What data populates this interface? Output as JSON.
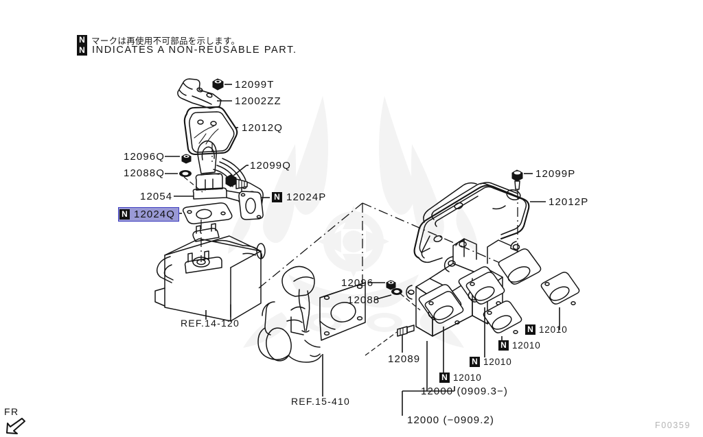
{
  "figure": {
    "id": "F00359",
    "orientation_marker": "FR"
  },
  "legend": {
    "badge": "N",
    "japanese": "マークは再使用不可部品を示します。",
    "english": "INDICATES A NON-REUSABLE PART."
  },
  "labels": [
    {
      "id": "l-12099T",
      "text": "12099T",
      "non_reusable": false,
      "highlighted": false
    },
    {
      "id": "l-12002ZZ",
      "text": "12002ZZ",
      "non_reusable": false,
      "highlighted": false
    },
    {
      "id": "l-12012Q",
      "text": "12012Q",
      "non_reusable": false,
      "highlighted": false
    },
    {
      "id": "l-12096Q",
      "text": "12096Q",
      "non_reusable": false,
      "highlighted": false
    },
    {
      "id": "l-12088Q",
      "text": "12088Q",
      "non_reusable": false,
      "highlighted": false
    },
    {
      "id": "l-12099Q",
      "text": "12099Q",
      "non_reusable": false,
      "highlighted": false
    },
    {
      "id": "l-12054",
      "text": "12054",
      "non_reusable": false,
      "highlighted": false
    },
    {
      "id": "l-12024P",
      "text": "12024P",
      "non_reusable": true,
      "highlighted": false
    },
    {
      "id": "l-12024Q",
      "text": "12024Q",
      "non_reusable": true,
      "highlighted": true
    },
    {
      "id": "l-12099P",
      "text": "12099P",
      "non_reusable": false,
      "highlighted": false
    },
    {
      "id": "l-12012P",
      "text": "12012P",
      "non_reusable": false,
      "highlighted": false
    },
    {
      "id": "l-12096",
      "text": "12096",
      "non_reusable": false,
      "highlighted": false
    },
    {
      "id": "l-12088",
      "text": "12088",
      "non_reusable": false,
      "highlighted": false
    },
    {
      "id": "l-12089",
      "text": "12089",
      "non_reusable": false,
      "highlighted": false
    },
    {
      "id": "l-12010-a",
      "text": "12010",
      "non_reusable": true,
      "highlighted": false
    },
    {
      "id": "l-12010-b",
      "text": "12010",
      "non_reusable": true,
      "highlighted": false
    },
    {
      "id": "l-12010-c",
      "text": "12010",
      "non_reusable": true,
      "highlighted": false
    },
    {
      "id": "l-12010-d",
      "text": "12010",
      "non_reusable": true,
      "highlighted": false
    },
    {
      "id": "l-ref14",
      "text": "REF.14-120",
      "non_reusable": false,
      "highlighted": false
    },
    {
      "id": "l-ref15",
      "text": "REF.15-410",
      "non_reusable": false,
      "highlighted": false
    },
    {
      "id": "l-12000-new",
      "text": "12000 (0909.3−)",
      "non_reusable": false,
      "highlighted": false
    },
    {
      "id": "l-12000-old",
      "text": "12000 (−0909.2)",
      "non_reusable": false,
      "highlighted": false
    }
  ],
  "text": {
    "p12099T": "12099T",
    "p12002ZZ": "12002ZZ",
    "p12012Q": "12012Q",
    "p12096Q": "12096Q",
    "p12088Q": "12088Q",
    "p12099Q": "12099Q",
    "p12054": "12054",
    "p12024P": "12024P",
    "p12024Q": "12024Q",
    "p12099P": "12099P",
    "p12012P": "12012P",
    "p12096": "12096",
    "p12088": "12088",
    "p12089": "12089",
    "p12010a": "12010",
    "p12010b": "12010",
    "p12010c": "12010",
    "p12010d": "12010",
    "ref14": "REF.14-120",
    "ref15": "REF.15-410",
    "asmNew": "12000 (0909.3−)",
    "asmOld": "12000 (−0909.2)",
    "nbadge": "N",
    "fr": "FR",
    "figid": "F00359"
  },
  "colors": {
    "ink": "#141414",
    "paper": "#ffffff",
    "highlight_fill": "#9a9ad6",
    "highlight_border": "#3b3bbf",
    "badge_bg": "#111111",
    "badge_fg": "#ffffff",
    "watermark": "#f1f1f1",
    "figid": "#b4b4b4"
  }
}
